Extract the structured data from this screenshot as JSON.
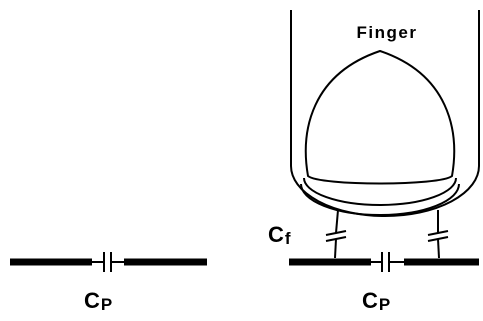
{
  "labels": {
    "finger": "Finger",
    "left_cap_main": "C",
    "left_cap_sub": "P",
    "right_cap_main": "C",
    "right_cap_sub": "P",
    "finger_cap_main": "C",
    "finger_cap_sub": "f"
  },
  "colors": {
    "ink": "#000000",
    "background": "#ffffff"
  }
}
